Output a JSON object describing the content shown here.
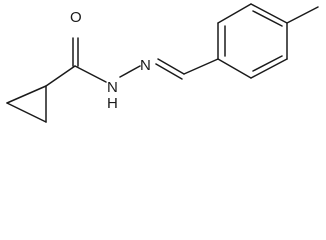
{
  "molecule": {
    "atoms": {
      "oxygen": "O",
      "nitrogen_amide": "N",
      "hydrogen_amide": "H",
      "nitrogen_imine": "N"
    }
  }
}
